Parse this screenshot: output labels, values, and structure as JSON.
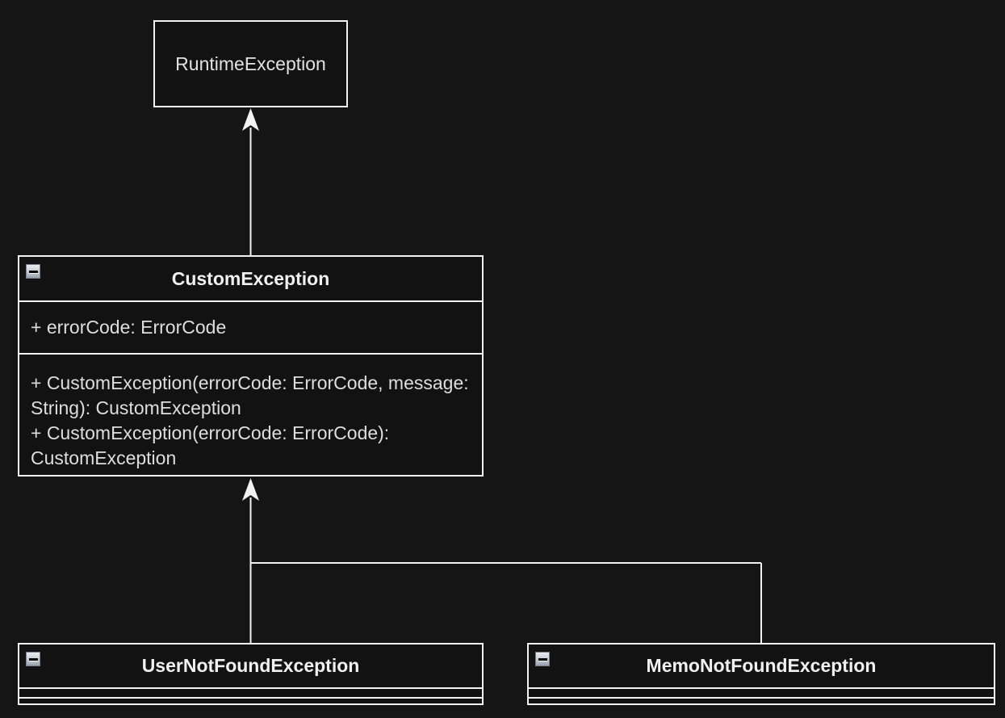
{
  "diagram": {
    "type": "uml-class-diagram",
    "classes": [
      {
        "name": "RuntimeException",
        "attributes": [],
        "methods": []
      },
      {
        "name": "CustomException",
        "attributes": [
          "+ errorCode: ErrorCode"
        ],
        "methods": [
          "+ CustomException(errorCode: ErrorCode, message: String): CustomException",
          "+ CustomException(errorCode: ErrorCode): CustomException"
        ]
      },
      {
        "name": "UserNotFoundException",
        "attributes": [],
        "methods": []
      },
      {
        "name": "MemoNotFoundException",
        "attributes": [],
        "methods": []
      }
    ],
    "relations": [
      {
        "from": "CustomException",
        "to": "RuntimeException",
        "type": "inheritance"
      },
      {
        "from": "UserNotFoundException",
        "to": "CustomException",
        "type": "inheritance"
      },
      {
        "from": "MemoNotFoundException",
        "to": "CustomException",
        "type": "inheritance"
      }
    ],
    "icons": {
      "collapse": "minus-icon"
    },
    "colors": {
      "background": "#151515",
      "node_fill": "#121212",
      "border": "#f2f2f2",
      "text": "#dedede",
      "connector": "#f2f2f2"
    }
  }
}
